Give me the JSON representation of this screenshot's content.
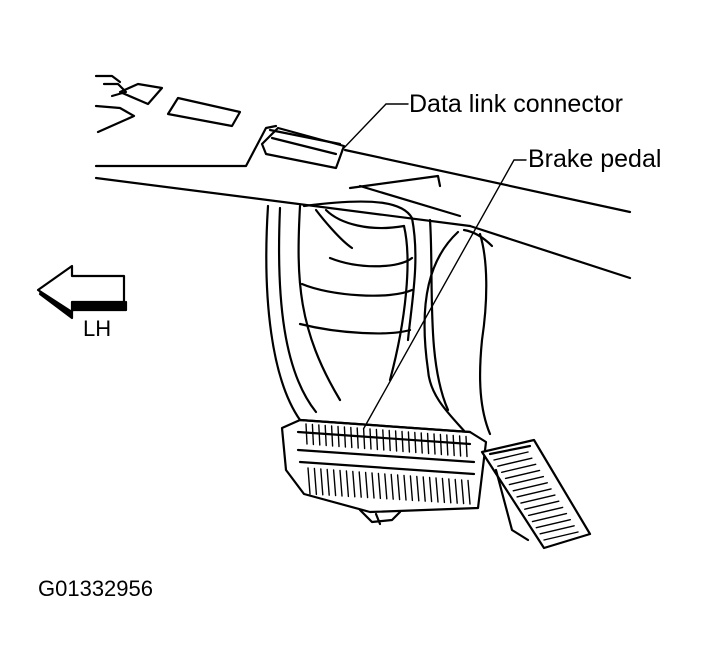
{
  "labels": {
    "data_link_connector": "Data link connector",
    "brake_pedal": "Brake pedal",
    "lh": "LH",
    "figure_code": "G01332956"
  }
}
